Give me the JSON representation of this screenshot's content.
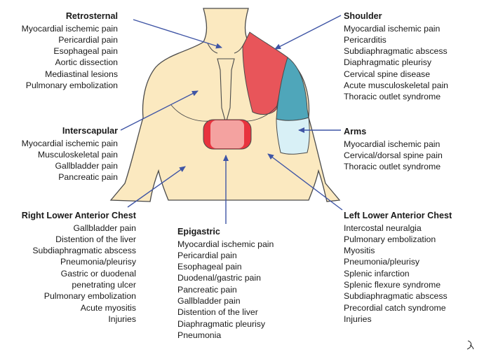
{
  "regions": {
    "retrosternal": {
      "title": "Retrosternal",
      "items": [
        "Myocardial ischemic pain",
        "Pericardial pain",
        "Esophageal pain",
        "Aortic dissection",
        "Mediastinal lesions",
        "Pulmonary embolization"
      ]
    },
    "shoulder": {
      "title": "Shoulder",
      "items": [
        "Myocardial ischemic pain",
        "Pericarditis",
        "Subdiaphragmatic abscess",
        "Diaphragmatic pleurisy",
        "Cervical spine disease",
        "Acute musculoskeletal pain",
        "Thoracic outlet syndrome"
      ]
    },
    "interscapular": {
      "title": "Interscapular",
      "items": [
        "Myocardial ischemic pain",
        "Musculoskeletal pain",
        "Gallbladder pain",
        "Pancreatic pain"
      ]
    },
    "arms": {
      "title": "Arms",
      "items": [
        "Myocardial ischemic pain",
        "Cervical/dorsal spine pain",
        "Thoracic outlet syndrome"
      ]
    },
    "right_lower_anterior_chest": {
      "title": "Right Lower Anterior Chest",
      "items": [
        "Gallbladder pain",
        "Distention of the liver",
        "Subdiaphragmatic abscess",
        "Pneumonia/pleurisy",
        "Gastric or duodenal",
        "penetrating ulcer",
        "Pulmonary embolization",
        "Acute myositis",
        "Injuries"
      ]
    },
    "epigastric": {
      "title": "Epigastric",
      "items": [
        "Myocardial ischemic pain",
        "Pericardial pain",
        "Esophageal pain",
        "Duodenal/gastric pain",
        "Pancreatic pain",
        "Gallbladder pain",
        "Distention of the liver",
        "Diaphragmatic pleurisy",
        "Pneumonia"
      ]
    },
    "left_lower_anterior_chest": {
      "title": "Left Lower Anterior Chest",
      "items": [
        "Intercostal neuralgia",
        "Pulmonary embolization",
        "Myositis",
        "Pneumonia/pleurisy",
        "Splenic infarction",
        "Splenic flexure syndrome",
        "Subdiaphragmatic abscess",
        "Precordial catch syndrome",
        "Injuries"
      ]
    }
  },
  "colors": {
    "skin": "#fbe9c0",
    "outline": "#4a4a4a",
    "shoulder_red": "#e8555a",
    "arm_teal": "#4fa6ba",
    "arm_light": "#d8f0f6",
    "epigastric_red": "#e8333e",
    "epigastric_pink": "#f4a2a0",
    "arrow": "#3f55a5"
  }
}
